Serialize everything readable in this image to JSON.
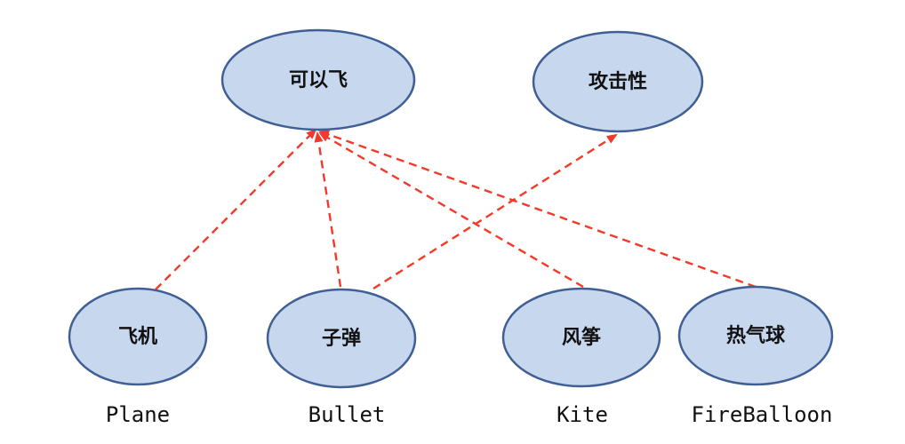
{
  "diagram": {
    "type": "dependency-graph",
    "colors": {
      "node_fill": "#c6d7ee",
      "node_stroke": "#3f5f95",
      "edge": "#f23a2a"
    },
    "interfaces": [
      {
        "id": "can_fly",
        "label": "可以飞"
      },
      {
        "id": "attack",
        "label": "攻击性"
      }
    ],
    "classes": [
      {
        "id": "plane",
        "label": "飞机",
        "name": "Plane"
      },
      {
        "id": "bullet",
        "label": "子弹",
        "name": "Bullet"
      },
      {
        "id": "kite",
        "label": "风筝",
        "name": "Kite"
      },
      {
        "id": "balloon",
        "label": "热气球",
        "name": "FireBalloon"
      }
    ],
    "edges": [
      {
        "from": "plane",
        "to": "can_fly",
        "style": "dashed-arrow"
      },
      {
        "from": "bullet",
        "to": "can_fly",
        "style": "dashed-arrow"
      },
      {
        "from": "bullet",
        "to": "attack",
        "style": "dashed-arrow"
      },
      {
        "from": "kite",
        "to": "can_fly",
        "style": "dashed-arrow"
      },
      {
        "from": "balloon",
        "to": "can_fly",
        "style": "dashed-arrow"
      }
    ]
  }
}
